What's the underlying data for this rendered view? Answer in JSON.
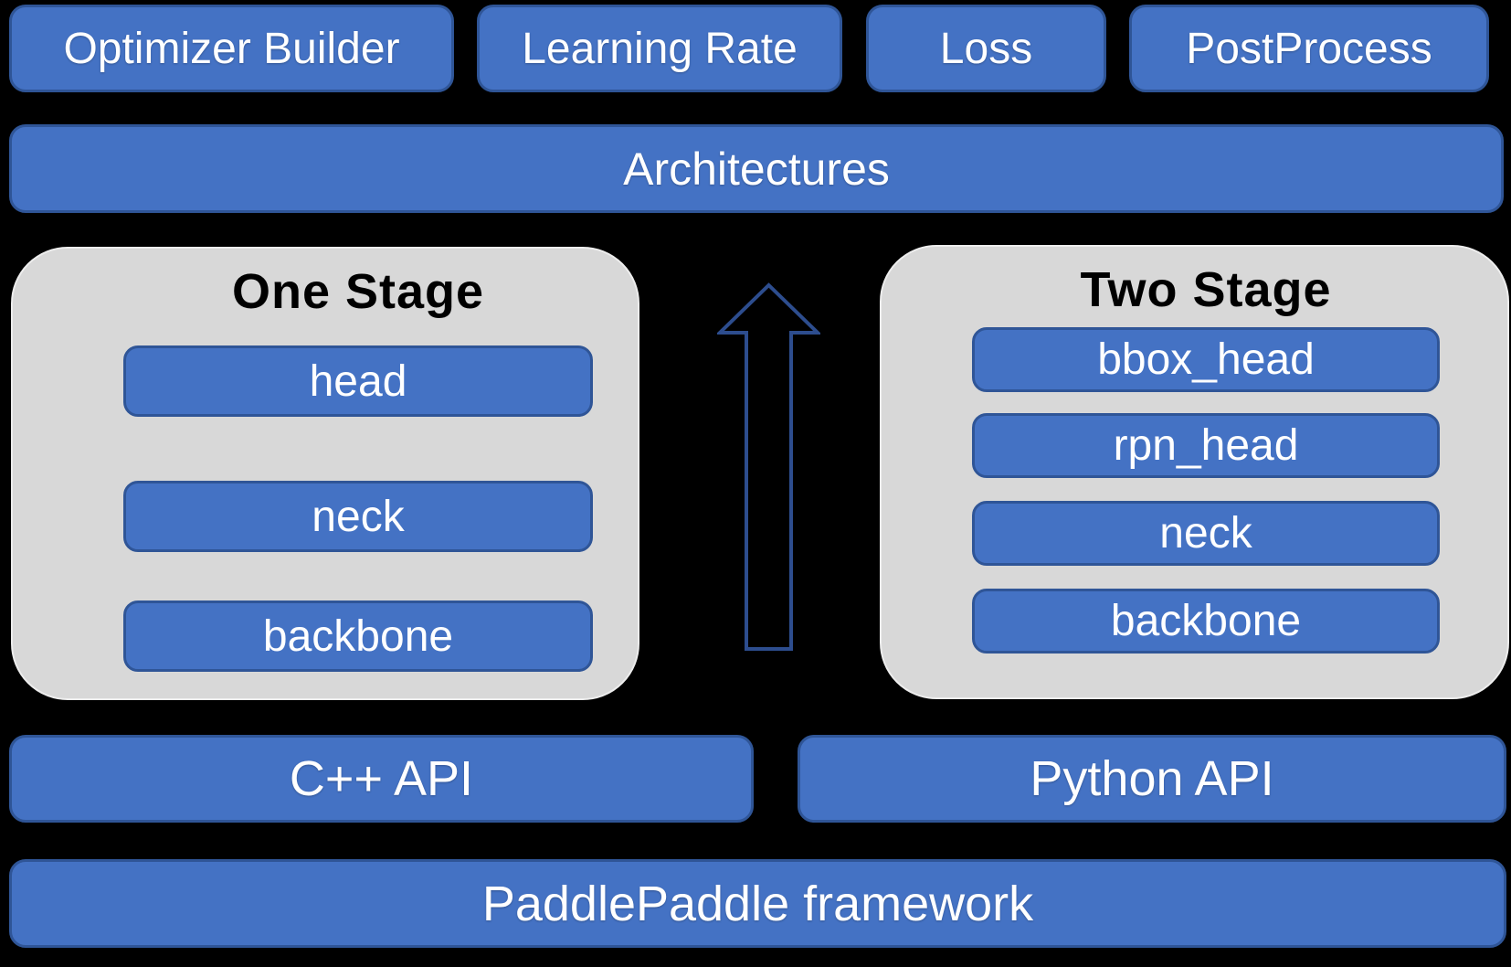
{
  "colors": {
    "background": "#000000",
    "box_fill": "#4472C4",
    "box_border": "#2F5597",
    "panel_fill": "#D8D8D8",
    "panel_border": "#EDEDED",
    "arrow_stroke": "#2D4D8E",
    "label_text": "#FFFFFF",
    "title_text": "#000000"
  },
  "top_row": {
    "items": [
      {
        "label": "Optimizer Builder"
      },
      {
        "label": "Learning Rate"
      },
      {
        "label": "Loss"
      },
      {
        "label": "PostProcess"
      }
    ]
  },
  "architectures": {
    "label": "Architectures"
  },
  "one_stage": {
    "title": "One Stage",
    "layers": [
      "head",
      "neck",
      "backbone"
    ]
  },
  "two_stage": {
    "title": "Two Stage",
    "layers": [
      "bbox_head",
      "rpn_head",
      "neck",
      "backbone"
    ]
  },
  "icons": {
    "flow_arrow": "up-arrow"
  },
  "api_row": {
    "cpp": "C++ API",
    "python": "Python API"
  },
  "framework": {
    "label": "PaddlePaddle framework"
  }
}
